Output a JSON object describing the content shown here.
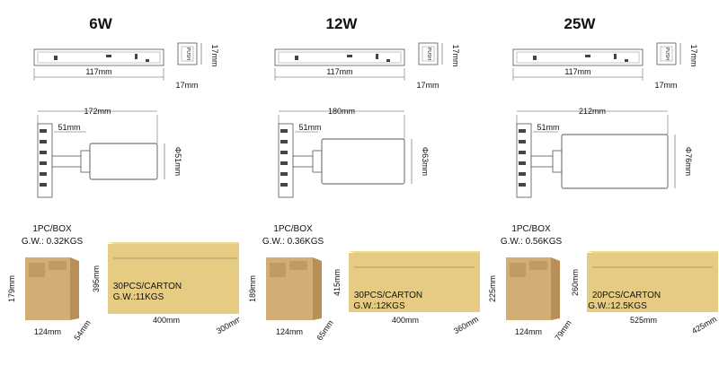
{
  "products": [
    {
      "wattage": "6W",
      "top_width": "117mm",
      "side_height": "17mm",
      "side_width": "17mm",
      "side_label": "PUSH",
      "arm_total": "172mm",
      "arm_offset": "51mm",
      "head_diameter": "Φ51mm",
      "pack_unit": "1PC/BOX",
      "box_weight": "G.W.: 0.32KGS",
      "box_height": "179mm",
      "box_width": "124mm",
      "box_depth": "54mm",
      "carton_qty": "30PCS/CARTON",
      "carton_weight": "G.W.:11KGS",
      "carton_height": "395mm",
      "carton_width": "400mm",
      "carton_depth": "300mm"
    },
    {
      "wattage": "12W",
      "top_width": "117mm",
      "side_height": "17mm",
      "side_width": "17mm",
      "side_label": "PUSH",
      "arm_total": "180mm",
      "arm_offset": "51mm",
      "head_diameter": "Φ63mm",
      "pack_unit": "1PC/BOX",
      "box_weight": "G.W.: 0.36KGS",
      "box_height": "189mm",
      "box_width": "124mm",
      "box_depth": "65mm",
      "carton_qty": "30PCS/CARTON",
      "carton_weight": "G.W.:12KGS",
      "carton_height": "415mm",
      "carton_width": "400mm",
      "carton_depth": "360mm"
    },
    {
      "wattage": "25W",
      "top_width": "117mm",
      "side_height": "17mm",
      "side_width": "17mm",
      "side_label": "PUSH",
      "arm_total": "212mm",
      "arm_offset": "51mm",
      "head_diameter": "Φ76mm",
      "pack_unit": "1PC/BOX",
      "box_weight": "G.W.: 0.56KGS",
      "box_height": "225mm",
      "box_width": "124mm",
      "box_depth": "79mm",
      "carton_qty": "20PCS/CARTON",
      "carton_weight": "G.W.:12.5KGS",
      "carton_height": "260mm",
      "carton_width": "525mm",
      "carton_depth": "425mm"
    }
  ],
  "colors": {
    "line": "#555555",
    "text": "#111111",
    "box_front": "#d2ad76",
    "box_side": "#b98f58",
    "carton_front": "#e6cc82",
    "carton_top": "#eed992",
    "carton_side": "#cfae62"
  }
}
